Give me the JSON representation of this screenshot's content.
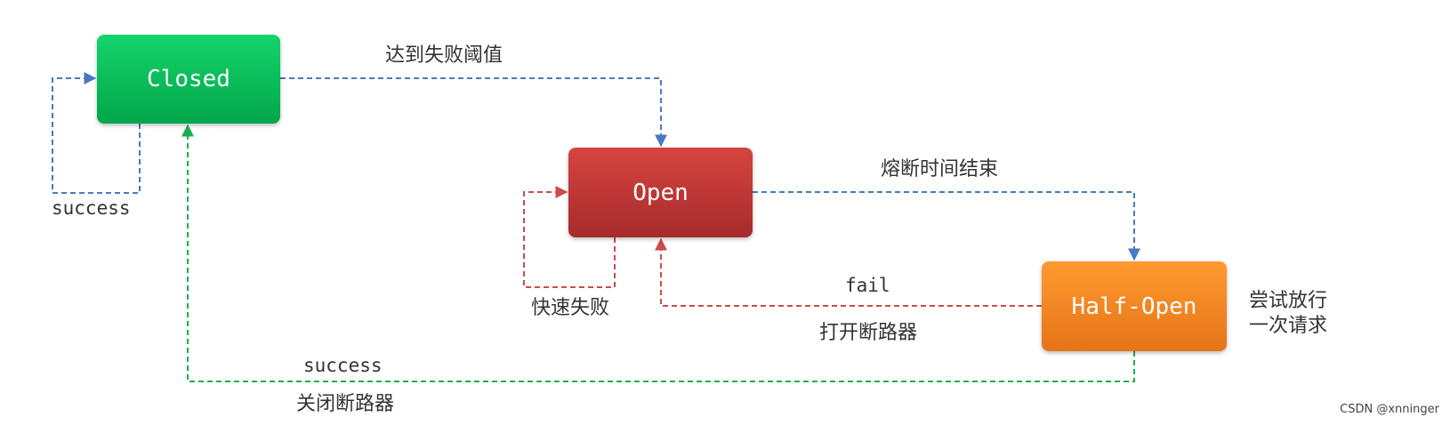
{
  "states": {
    "closed": "Closed",
    "open": "Open",
    "half_open": "Half-Open"
  },
  "labels": {
    "threshold": "达到失败阈值",
    "closed_success": "success",
    "fast_fail": "快速失败",
    "timeout": "熔断时间结束",
    "fail": "fail",
    "open_breaker": "打开断路器",
    "try_line1": "尝试放行",
    "try_line2": "一次请求",
    "half_success": "success",
    "close_breaker": "关闭断路器"
  },
  "watermark": "CSDN @xnninger",
  "colors": {
    "blue_edge": "#4a79c0",
    "red_edge": "#cc4b4b",
    "green_edge": "#1aaf4c"
  }
}
